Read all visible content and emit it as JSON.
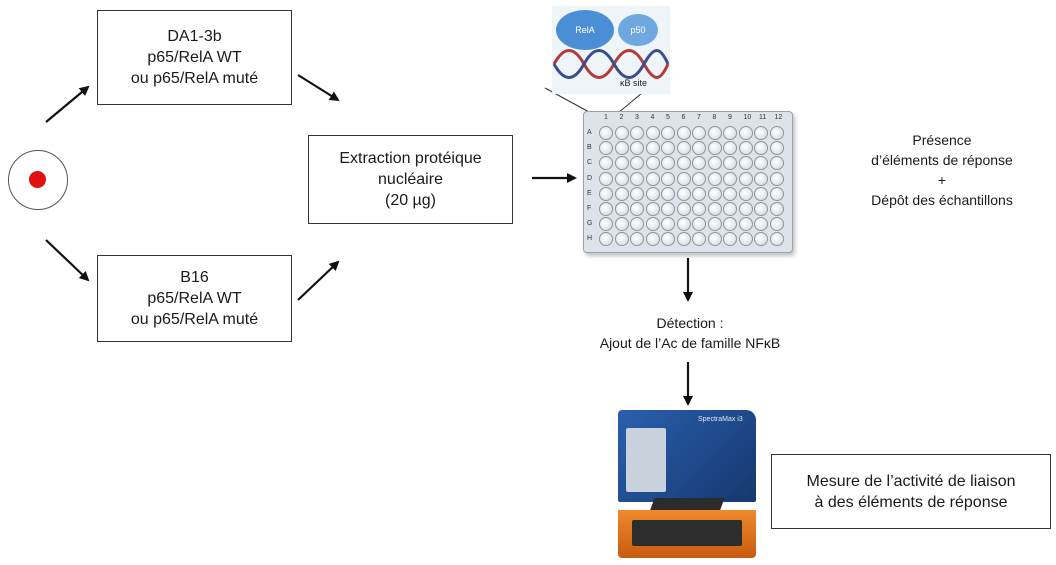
{
  "box_top": {
    "line1": "DA1-3b",
    "line2": "p65/RelA WT",
    "line3": "ou p65/RelA muté"
  },
  "box_bottom": {
    "line1": "B16",
    "line2": "p65/RelA WT",
    "line3": "ou p65/RelA muté"
  },
  "box_extraction": {
    "line1": "Extraction protéique",
    "line2": "nucléaire",
    "line3": "(20 µg)"
  },
  "dna": {
    "relA": "RelA",
    "p50": "p50",
    "site": "κB site"
  },
  "plate": {
    "cols": [
      "1",
      "2",
      "3",
      "4",
      "5",
      "6",
      "7",
      "8",
      "9",
      "10",
      "11",
      "12"
    ],
    "rows": [
      "A",
      "B",
      "C",
      "D",
      "E",
      "F",
      "G",
      "H"
    ]
  },
  "right_note": {
    "line1": "Présence",
    "line2": "d’éléments de réponse",
    "line3": "+",
    "line4": "Dépôt des échantillons"
  },
  "detection": {
    "line1": "Détection :",
    "line2": "Ajout de l’Ac de famille NFκB"
  },
  "reader": {
    "brand": "SpectraMax i3"
  },
  "measure_box": {
    "line1": "Mesure de l’activité de liaison",
    "line2": "à des éléments de réponse"
  },
  "colors": {
    "cell_dot": "#e01010",
    "reader_blue": "#1f4f9a",
    "reader_orange": "#e0701a",
    "relA": "#4a8fd6",
    "p50": "#6fa8e0"
  }
}
